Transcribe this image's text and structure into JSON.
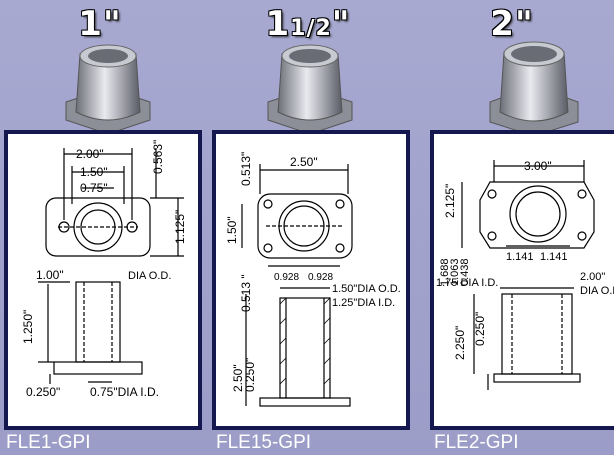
{
  "columns": [
    {
      "size_main": "1",
      "size_frac": "",
      "size_mark": "\"",
      "part_number": "FLE1-GPI",
      "dims": {
        "d1": "2.00\"",
        "d2": "1.50\"",
        "d3": "0.75\"",
        "d4": "0.563\"",
        "d5": "1.125\"",
        "d6": "1.00\"",
        "d7": "DIA O.D.",
        "d8": "1.250\"",
        "d9": "0.250\"",
        "d10": "0.75\"DIA I.D."
      }
    },
    {
      "size_main": "1",
      "size_frac": "1∕2",
      "size_mark": "\"",
      "part_number": "FLE15-GPI",
      "dims": {
        "d1": "2.50\"",
        "d2": "0.513\"",
        "d3": "1.50\"",
        "d4": "0.928",
        "d5": "0.928",
        "d6": "0.513 \"",
        "d7": "1.50\"DIA O.D.",
        "d8": "1.25\"DIA I.D.",
        "d9": "2.50\"",
        "d10": "0.250\""
      }
    },
    {
      "size_main": "2",
      "size_frac": "",
      "size_mark": "\"",
      "part_number": "FLE2-GPI",
      "dims": {
        "d1": "3.00\"",
        "d2": "2.125\"",
        "d3": "1.688",
        "d4": "1.063",
        "d5": "0.438",
        "d6": "1.141",
        "d7": "1.141",
        "d8": "1.75 DIA I.D.",
        "d9": "2.00\"",
        "d10": "DIA O.D",
        "d11": "2.250\"",
        "d12": "0.250\""
      }
    }
  ]
}
